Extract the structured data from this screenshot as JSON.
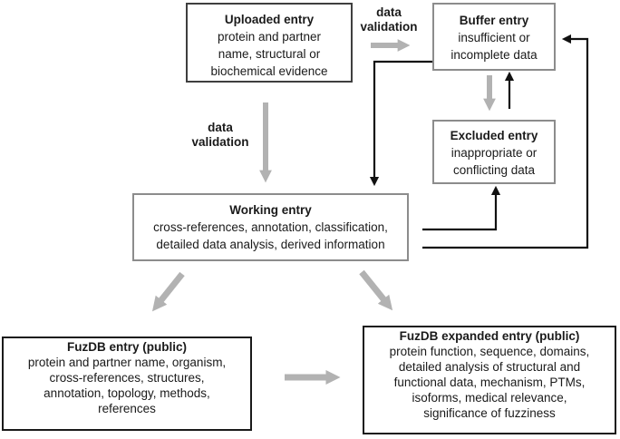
{
  "colors": {
    "connector_gray": "#b2b2b2",
    "connector_black": "#111111",
    "box_border_black": "#1a1a1a",
    "box_border_gray": "#8c8c8c",
    "box_border_dark": "#3f3f3f",
    "background": "#ffffff",
    "text": "#1a1a1a"
  },
  "boxes": {
    "uploaded": {
      "title": "Uploaded entry",
      "lines": [
        "protein and  partner",
        "name, structural or",
        "biochemical evidence"
      ]
    },
    "buffer": {
      "title": "Buffer entry",
      "lines": [
        "insufficient or",
        "incomplete data"
      ]
    },
    "excluded": {
      "title": "Excluded entry",
      "lines": [
        "inappropriate or",
        "conflicting data"
      ]
    },
    "working": {
      "title": "Working entry",
      "lines": [
        "cross-references, annotation, classification,",
        "detailed data analysis, derived information"
      ]
    },
    "fuzdb": {
      "title": "FuzDB entry (public)",
      "lines": [
        "protein and partner name, organism,",
        "cross-references, structures,",
        "annotation, topology, methods,",
        "references"
      ]
    },
    "fuzdb_expanded": {
      "title": "FuzDB expanded entry (public)",
      "lines": [
        "protein function, sequence, domains,",
        "detailed analysis of structural and",
        "functional data, mechanism, PTMs,",
        "isoforms, medical relevance,",
        "significance of fuzziness"
      ]
    }
  },
  "labels": {
    "validation_top": {
      "lines": [
        "data",
        "validation"
      ]
    },
    "validation_left": {
      "lines": [
        "data",
        "validation"
      ]
    }
  }
}
